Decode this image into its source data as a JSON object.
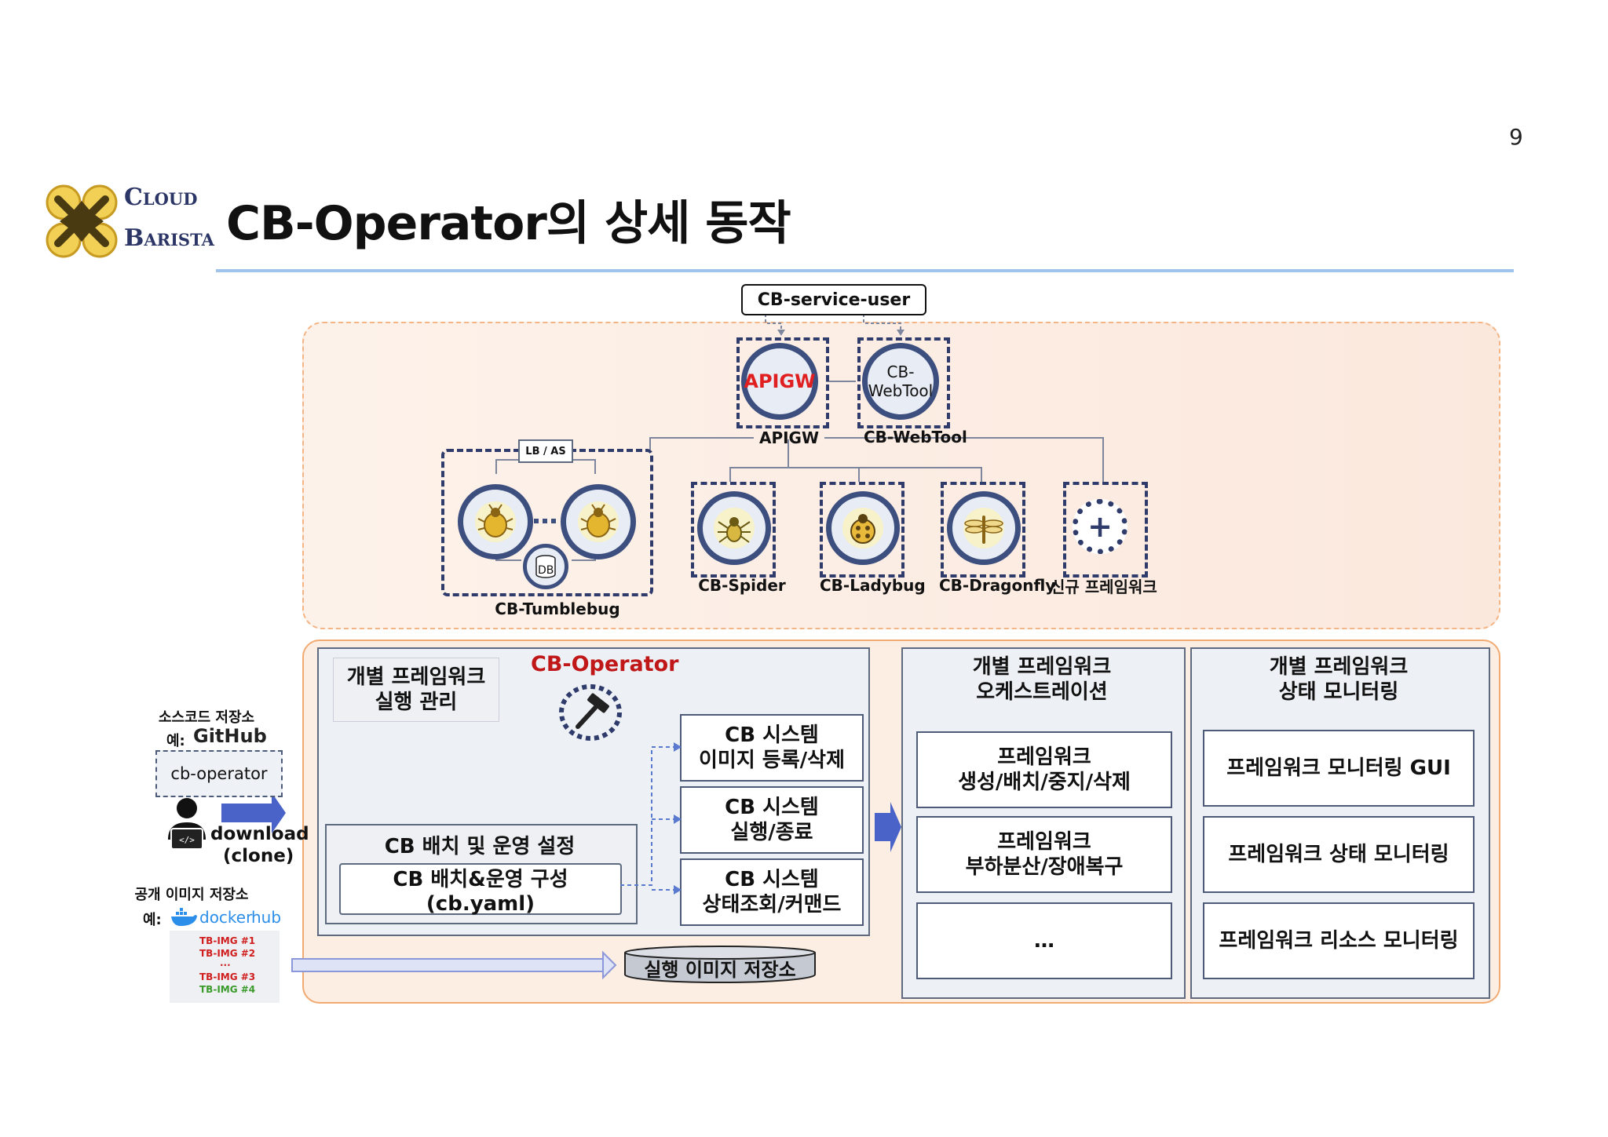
{
  "page_number": "9",
  "title": "CB-Operator의 상세 동작",
  "logo": {
    "line1": "Cloud",
    "line2": "Barista"
  },
  "diagram": {
    "service_user": "CB-service-user",
    "apigw": {
      "circle_label": "APIGW",
      "caption": "APIGW"
    },
    "webtool": {
      "circle_label": "CB-\nWebTool",
      "caption": "CB-WebTool"
    },
    "lb_as": "LB / AS",
    "db": "DB",
    "tumblebug": "CB-Tumblebug",
    "spider": "CB-Spider",
    "ladybug": "CB-Ladybug",
    "dragonfly": "CB-Dragonfly",
    "new_framework": "신규 프레임워크",
    "framework_mgmt": "개별 프레임워크\n실행 관리",
    "operator_title": "CB-Operator",
    "system_boxes": [
      "CB 시스템\n이미지 등록/삭제",
      "CB 시스템\n실행/종료",
      "CB 시스템\n상태조회/커맨드"
    ],
    "deploy_settings": "CB 배치 및 운영 설정",
    "deploy_config": "CB 배치&운영 구성 (cb.yaml)",
    "image_store": "실행 이미지 저장소",
    "orchestration": {
      "title": "개별 프레임워크\n오케스트레이션",
      "items": [
        "프레임워크\n생성/배치/중지/삭제",
        "프레임워크\n부하분산/장애복구",
        "…"
      ]
    },
    "monitoring": {
      "title": "개별 프레임워크\n상태 모니터링",
      "items": [
        "프레임워크 모니터링 GUI",
        "프레임워크 상태 모니터링",
        "프레임워크 리소스 모니터링"
      ]
    },
    "left": {
      "source_repo": "소스코드 저장소",
      "example1": "예:",
      "github": "GitHub",
      "repo_name": "cb-operator",
      "download": "download",
      "clone": "(clone)",
      "public_repo": "공개 이미지 저장소",
      "example2": "예:",
      "dockerhub_a": "docker",
      "dockerhub_b": "hub",
      "images": [
        "TB-IMG #1",
        "TB-IMG #2",
        "...",
        "TB-IMG #3",
        "TB-IMG #4"
      ]
    },
    "colors": {
      "apigw_red": "#e02020",
      "operator_red": "#c01818",
      "navy": "#2e3b6b",
      "orange_border": "#f1aa72"
    }
  }
}
